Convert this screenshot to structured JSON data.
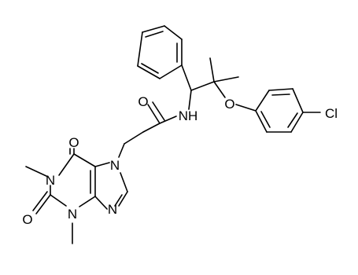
{
  "molecule": {
    "atoms": {
      "o_top": "O",
      "o_amide": "O",
      "o_bottom": "O",
      "o_ether": "O",
      "n_amide": "NH",
      "n1": "N",
      "n3": "N",
      "n7": "N",
      "n9": "N",
      "cl": "Cl"
    }
  },
  "colors": {
    "bond": "#000000",
    "label": "#000000",
    "background": "#ffffff"
  }
}
